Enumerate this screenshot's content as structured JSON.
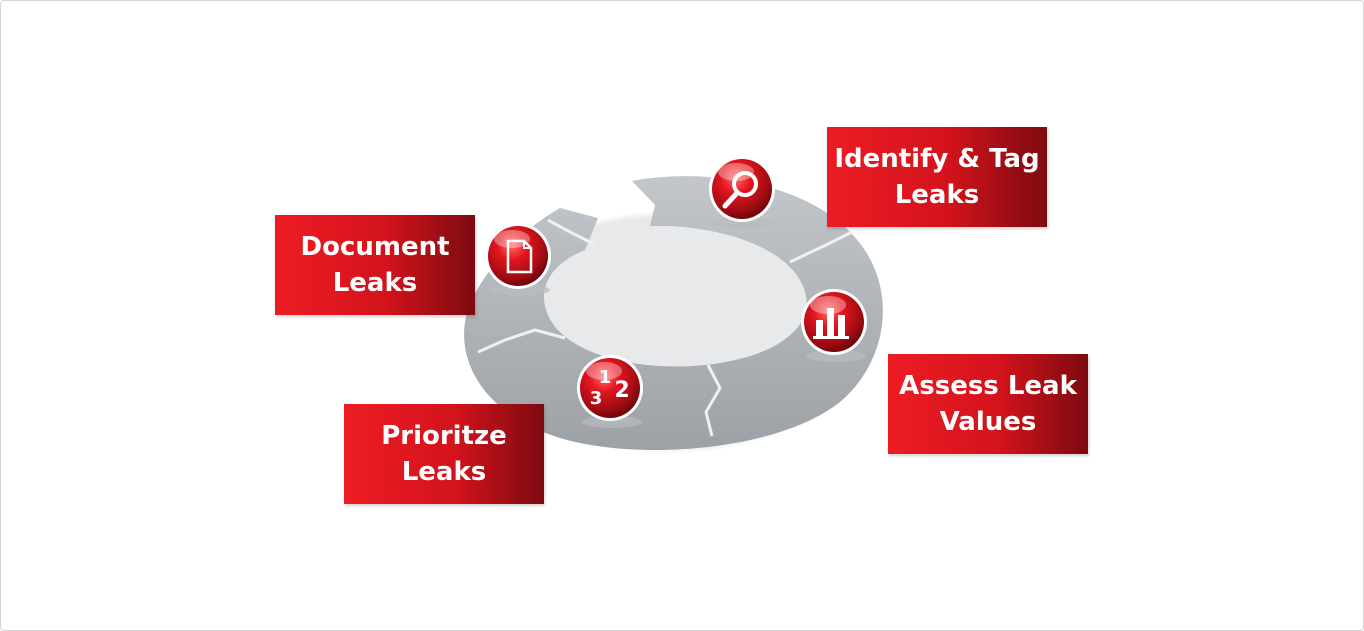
{
  "steps": [
    {
      "id": "identify",
      "label": "Identify & Tag\nLeaks",
      "icon": "magnifier-icon"
    },
    {
      "id": "assess",
      "label": "Assess Leak\nValues",
      "icon": "bar-chart-icon"
    },
    {
      "id": "prioritize",
      "label": "Prioritze\nLeaks",
      "icon": "ranking-numbers-icon",
      "icon_glyphs": [
        "1",
        "3",
        "2"
      ]
    },
    {
      "id": "document",
      "label": "Document\nLeaks",
      "icon": "document-icon"
    }
  ],
  "colors": {
    "label_red": "#ed1c24",
    "label_dark": "#7d0a10",
    "cycle_gray": "#a9aeb3",
    "icon_red": "#d3131c"
  }
}
